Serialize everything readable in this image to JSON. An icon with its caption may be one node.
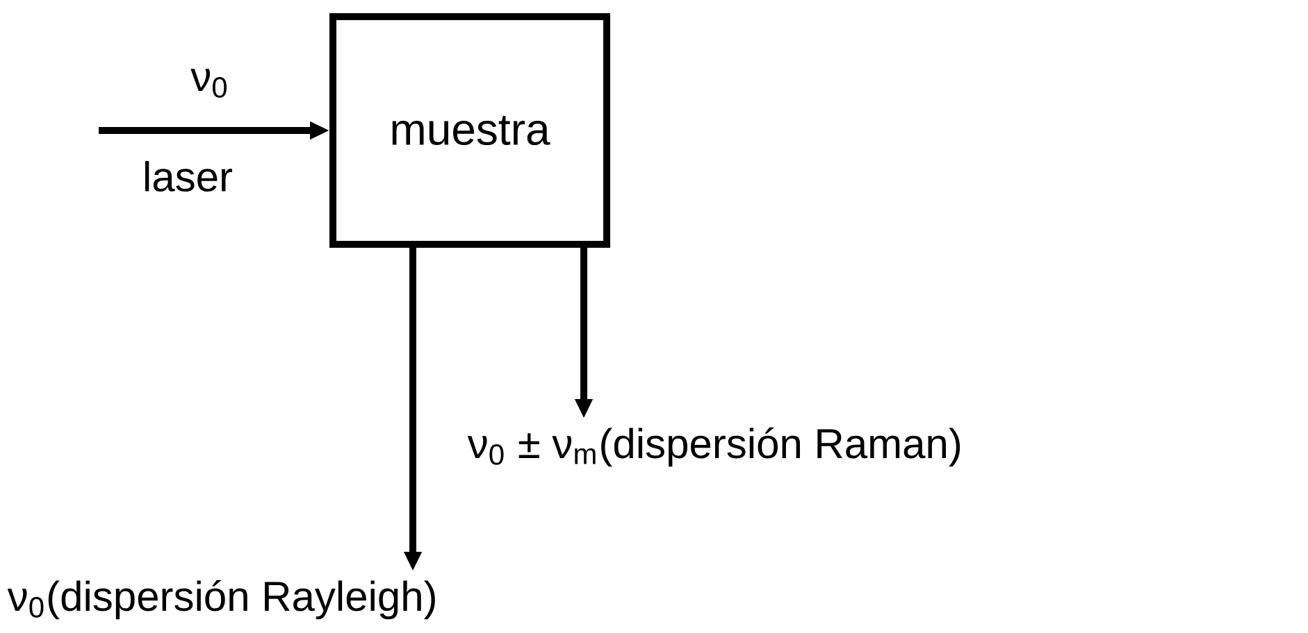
{
  "diagram": {
    "nodes": [
      {
        "text": [
          "muestra"
        ]
      },
      {
        "text": [
          "ν$_{0}$(dispersión Rayleigh)"
        ]
      },
      {
        "text": [
          "ν$_{0}$ ± ν$_{m}$(dispersión Raman)"
        ]
      }
    ],
    "edges": [
      {
        "from": null,
        "to": 0,
        "arrow": "to",
        "label": "ν$_{0}$"
      },
      {
        "from": 0,
        "to": 1,
        "arrow": "to"
      },
      {
        "from": 0,
        "to": 2,
        "arrow": "to"
      }
    ],
    "labels": [
      "laser"
    ]
  }
}
